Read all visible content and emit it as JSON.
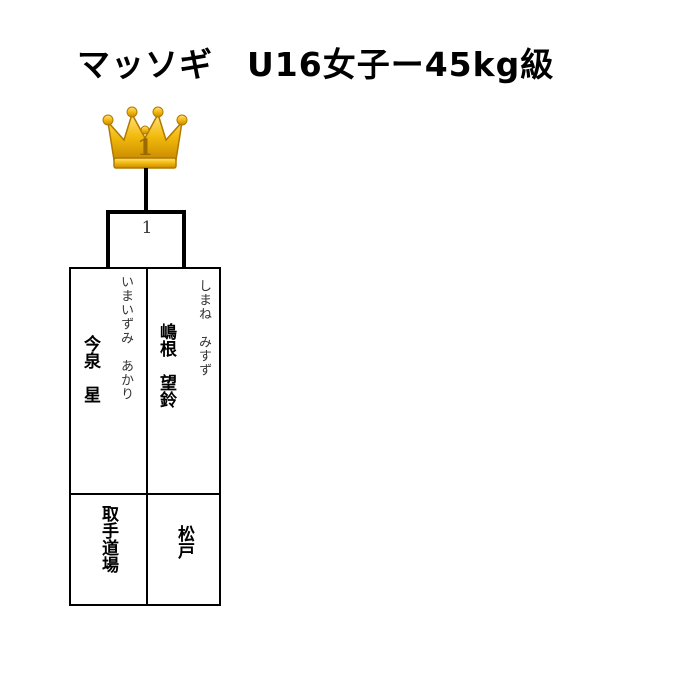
{
  "title": "マッソギ　U16女子ー45kg級",
  "match_number": "1",
  "players": [
    {
      "name": "今泉　星",
      "kana": "いまいずみ　あかり",
      "club": "取手道場"
    },
    {
      "name": "嶋根　望鈴",
      "kana": "しまね　みすず",
      "club": "松戸"
    }
  ],
  "colors": {
    "crown_gold": "#f2b90c",
    "line": "#000000"
  },
  "crown_label": "1"
}
